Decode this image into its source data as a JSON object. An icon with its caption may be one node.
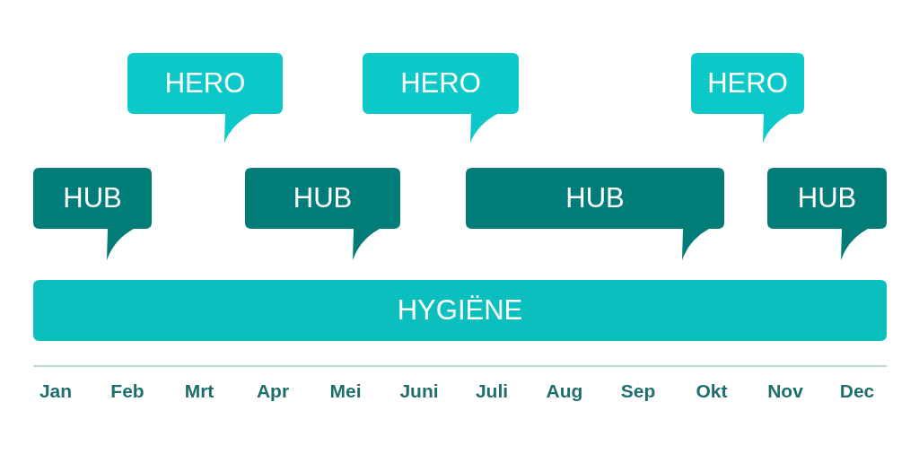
{
  "diagram": {
    "nodes": [
      {
        "text": [
          "HERO"
        ]
      },
      {
        "text": [
          "HERO"
        ]
      },
      {
        "text": [
          "HERO"
        ]
      },
      {
        "text": [
          "HUB"
        ]
      },
      {
        "text": [
          "HUB"
        ]
      },
      {
        "text": [
          "HUB"
        ]
      },
      {
        "text": [
          "HUB"
        ]
      },
      {
        "text": [
          "HYGIËNE"
        ]
      }
    ],
    "edges": [],
    "labels": [
      "Jan",
      "Feb",
      "Mrt",
      "Apr",
      "Mei",
      "Juni",
      "Juli",
      "Aug",
      "Sep",
      "Okt",
      "Nov",
      "Dec"
    ]
  }
}
